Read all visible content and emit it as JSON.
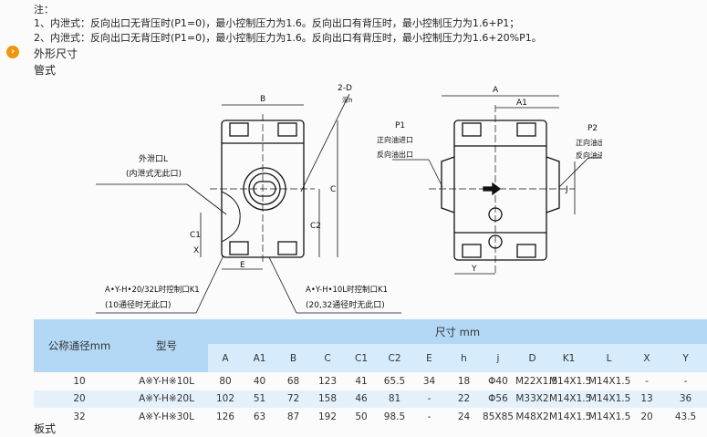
{
  "notes": {
    "title": "注：",
    "line1": "1、内泄式：反向出口无背压时(P1=0)，最小控制压力为1.6。反向出口有背压时，最小控制压力为1.6+P1；",
    "line2": "2、内泄式：反向出口无背压时(P1=0)，最小控制压力为1.6。反向出口有背压时，最小控制压力为1.6+20%P1。"
  },
  "section": {
    "icon": "arrow-circle-icon",
    "title": "外形尺寸",
    "subtitle": "管式",
    "next_subtitle": "板式"
  },
  "drawing": {
    "dim_B": "B",
    "dim_2D": "2-D",
    "depth_h": "深h",
    "dim_C": "C",
    "dim_C1": "C1",
    "dim_C2": "C2",
    "dim_X": "X",
    "dim_E": "E",
    "drain_label": "外泄口L",
    "drain_note": "(内泄式无此口)",
    "k1_left": "A•Y-H•20/32L时控制口K1",
    "k1_left_note": "(10通径时无此口)",
    "k1_right": "A•Y-H•10L时控制口K1",
    "k1_right_note": "(20,32通径时无此口)",
    "dim_A": "A",
    "dim_A1": "A1",
    "dim_Y": "Y",
    "dim_J": "J",
    "p1": "P1",
    "p1_line1": "正向油进口",
    "p1_line2": "反向油出口",
    "p2": "P2",
    "p2_line1": "正向油出口",
    "p2_line2": "反向油进口"
  },
  "table": {
    "col_nominal": "公称通径mm",
    "col_model": "型号",
    "col_dims": "尺寸 mm",
    "dims": [
      "A",
      "A1",
      "B",
      "C",
      "C1",
      "C2",
      "E",
      "h",
      "j",
      "D",
      "K1",
      "L",
      "X",
      "Y"
    ],
    "rows": [
      [
        "10",
        "A※Y-H※10L",
        "80",
        "40",
        "68",
        "123",
        "41",
        "65.5",
        "34",
        "18",
        "Φ40",
        "M22X1.5",
        "M14X1.5",
        "M14X1.5",
        "-",
        "-"
      ],
      [
        "20",
        "A※Y-H※20L",
        "102",
        "51",
        "72",
        "158",
        "46",
        "81",
        "-",
        "22",
        "Φ56",
        "M33X2",
        "M14X1.5",
        "M14X1.5",
        "13",
        "36"
      ],
      [
        "32",
        "A※Y-H※30L",
        "126",
        "63",
        "87",
        "192",
        "50",
        "98.5",
        "-",
        "24",
        "85X85",
        "M48X2",
        "M14X1.5",
        "M14X1.5",
        "20",
        "43.5"
      ]
    ]
  }
}
